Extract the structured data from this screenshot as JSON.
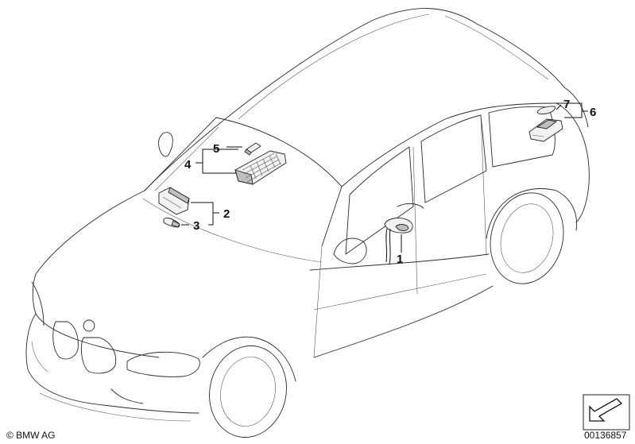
{
  "callouts": {
    "c1": "1",
    "c2": "2",
    "c3": "3",
    "c4": "4",
    "c5": "5",
    "c6": "6",
    "c7": "7"
  },
  "footer": {
    "copyright": "© BMW AG",
    "image_number": "00136857"
  },
  "colors": {
    "line": "#2a2a2a",
    "part_fill": "#f2f2f2",
    "part_shade": "#bfbfbf"
  },
  "icons": [
    "arrow-stamp-icon"
  ]
}
